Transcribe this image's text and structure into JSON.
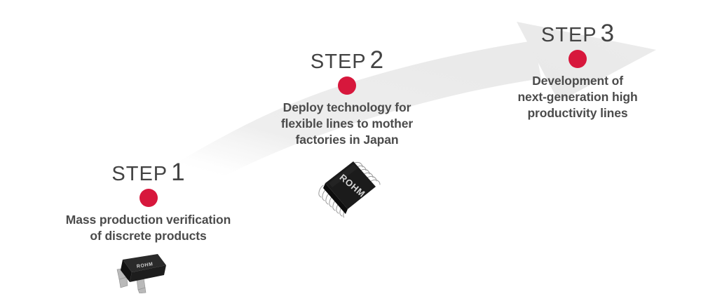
{
  "theme": {
    "background": "#ffffff",
    "arrow_gray": "#ebebeb",
    "arrow_gray_light": "#f3f3f3",
    "heading_color": "#434343",
    "description_color": "#4b4b4b",
    "dot_red": "#d7173c",
    "chip_body": "#1c1c1c",
    "chip_lead": "#b8b8b8"
  },
  "arrow": {
    "icon": "curved-progress-arrow",
    "direction": "bottom-left-to-top-right",
    "description": "Thick curved gray arrow sweeping upward from lower left, fading out at the tail, with a solid arrowhead at the upper right"
  },
  "steps": [
    {
      "id": "step-1",
      "label_word": "STEP",
      "label_number": "1",
      "description": "Mass production verification\nof discrete products",
      "dot_color": "#d7173c",
      "product_icon": "sot23-transistor-package",
      "product_marking": "ROHM"
    },
    {
      "id": "step-2",
      "label_word": "STEP",
      "label_number": "2",
      "description": "Deploy technology for\nflexible lines to mother\nfactories in Japan",
      "dot_color": "#d7173c",
      "product_icon": "ssop-integrated-circuit-package",
      "product_marking": "ROHM"
    },
    {
      "id": "step-3",
      "label_word": "STEP",
      "label_number": "3",
      "description": "Development of\nnext-generation high\nproductivity lines",
      "dot_color": "#d7173c",
      "product_icon": null,
      "product_marking": null
    }
  ]
}
